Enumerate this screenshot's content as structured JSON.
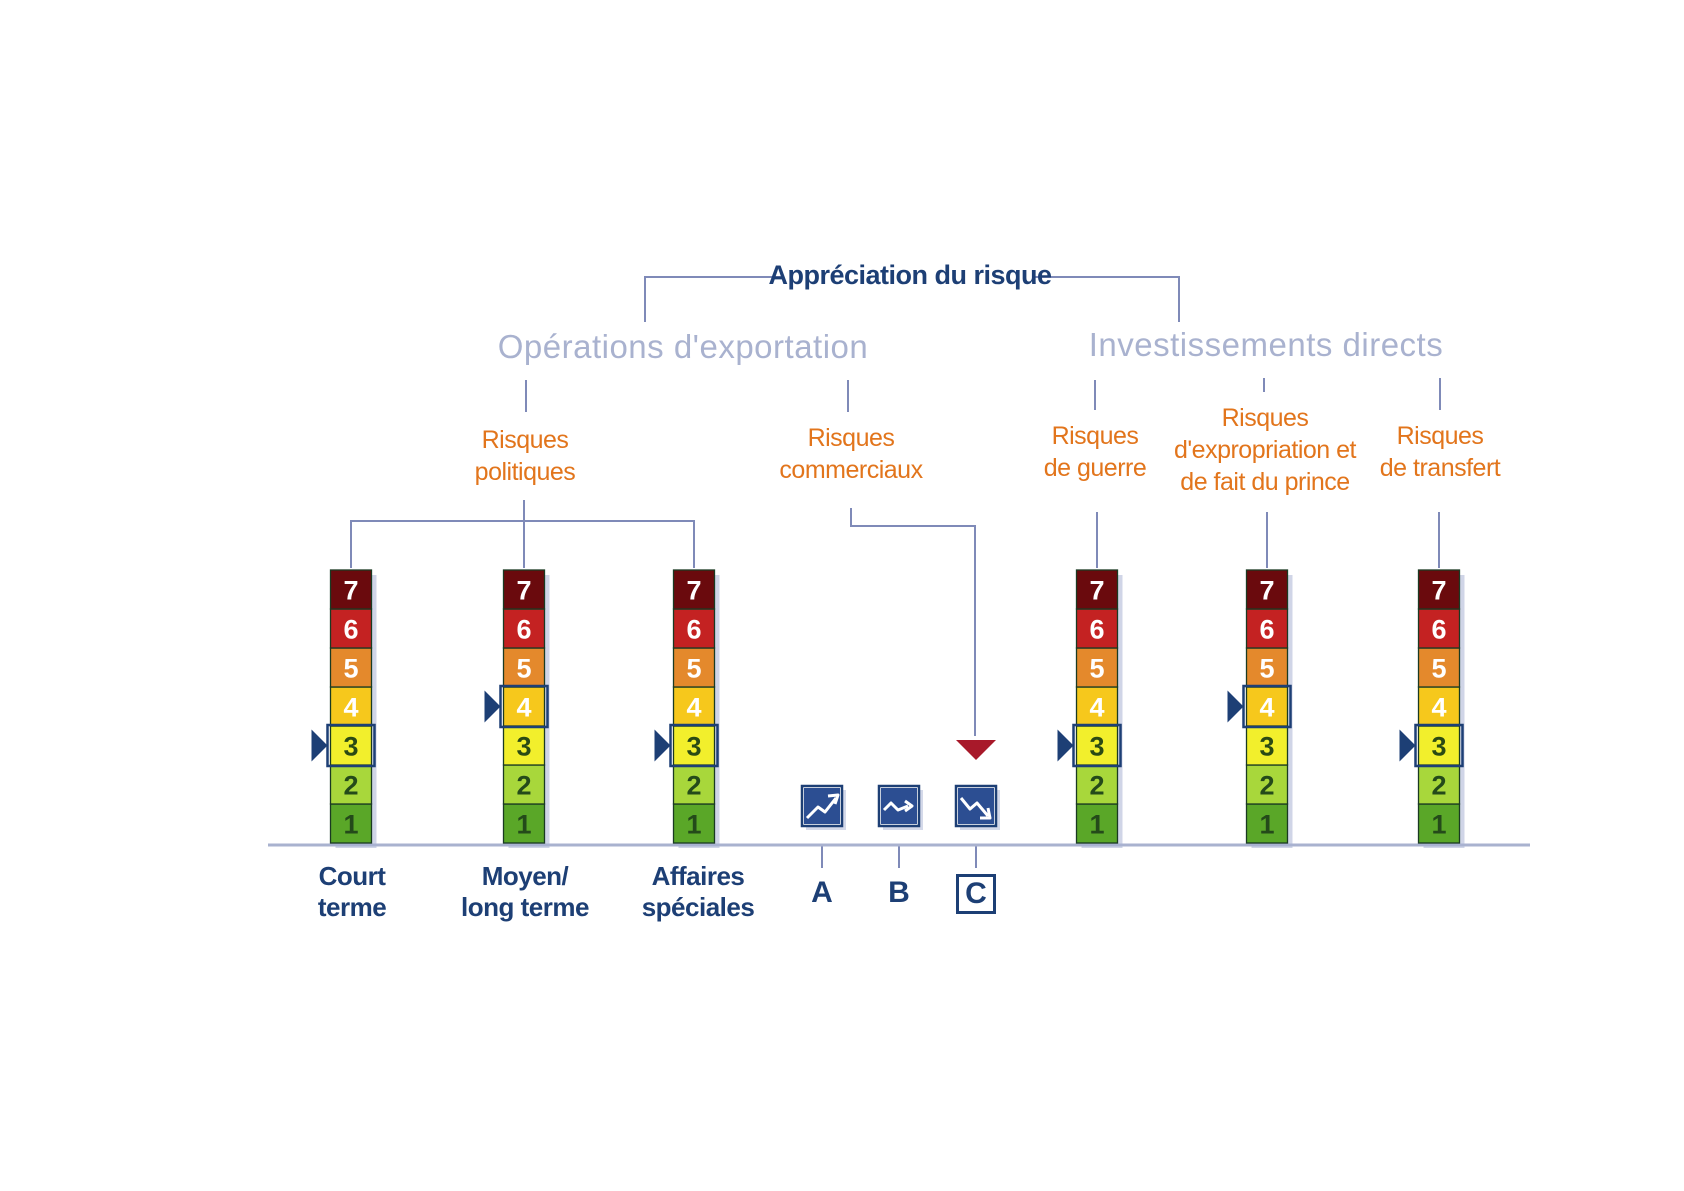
{
  "root_title": "Appréciation du risque",
  "categories": [
    {
      "label": "Opérations d'exportation"
    },
    {
      "label": "Investissements directs"
    }
  ],
  "risk_types": [
    {
      "lines": [
        "Risques",
        "politiques"
      ]
    },
    {
      "lines": [
        "Risques",
        "commerciaux"
      ]
    },
    {
      "lines": [
        "Risques",
        "de guerre"
      ]
    },
    {
      "lines": [
        "Risques",
        "d'expropriation et",
        "de fait du prince"
      ]
    },
    {
      "lines": [
        "Risques",
        "de transfert"
      ]
    }
  ],
  "scale": {
    "levels": [
      "1",
      "2",
      "3",
      "4",
      "5",
      "6",
      "7"
    ],
    "colors": [
      "#5aa728",
      "#a8d73b",
      "#f2ef2c",
      "#f6c81c",
      "#e4892c",
      "#c42222",
      "#6a0a0d"
    ],
    "text_colors": [
      "#244a1a",
      "#244a1a",
      "#2a4a14",
      "#ffffff",
      "#ffffff",
      "#ffffff",
      "#ffffff"
    ]
  },
  "columns": [
    {
      "lines": [
        "Court",
        "terme"
      ],
      "rating": 3
    },
    {
      "lines": [
        "Moyen/",
        "long terme"
      ],
      "rating": 4
    },
    {
      "lines": [
        "Affaires",
        "spéciales"
      ],
      "rating": 3
    },
    {
      "lines": [],
      "rating": 3
    },
    {
      "lines": [],
      "rating": 4
    },
    {
      "lines": [],
      "rating": 3
    }
  ],
  "trend_classes": [
    {
      "letter": "A",
      "icon": "trend-up-icon"
    },
    {
      "letter": "B",
      "icon": "trend-flat-icon"
    },
    {
      "letter": "C",
      "icon": "trend-down-icon",
      "selected": true
    }
  ],
  "colors": {
    "connector": "#7f8ab8",
    "dark_blue": "#1d3f75",
    "baseline": "#a9b2cf",
    "pointer_red": "#a8192a"
  }
}
